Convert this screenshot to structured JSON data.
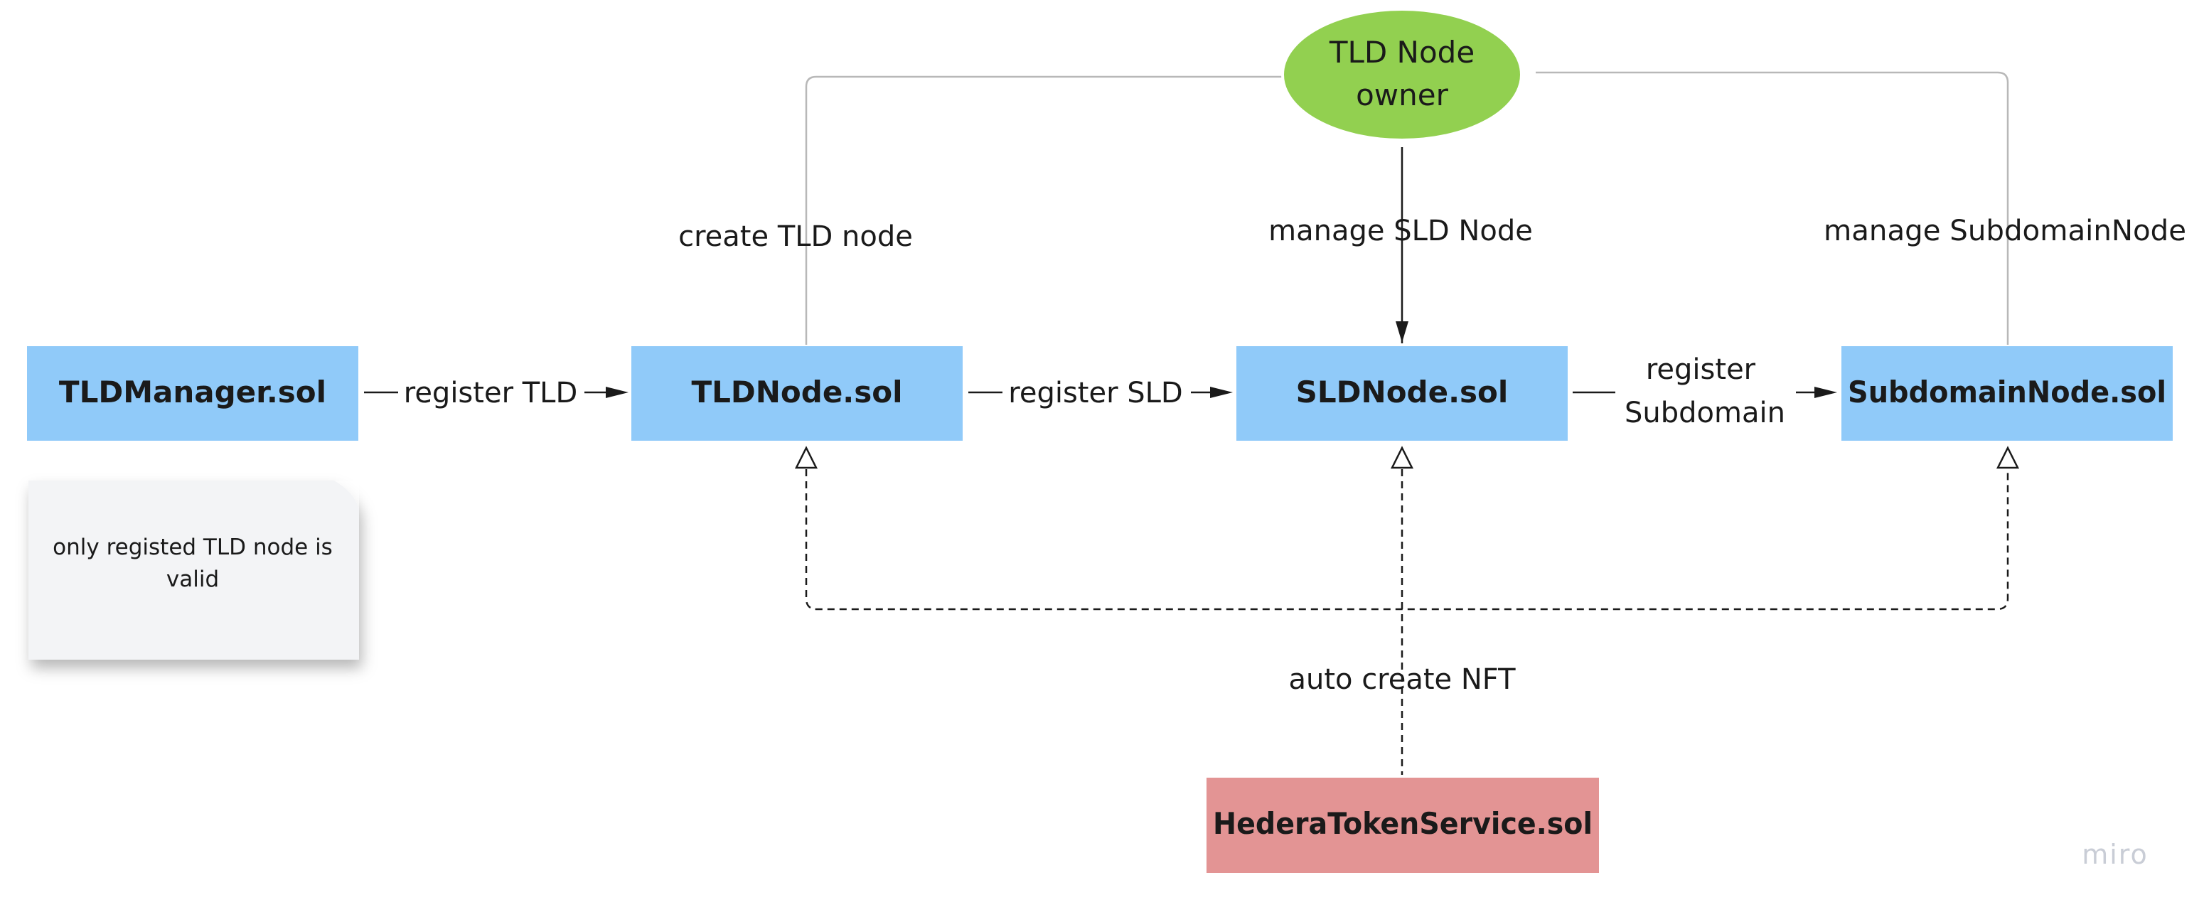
{
  "colors": {
    "contract_fill": "#90caf9",
    "service_fill": "#e39494",
    "owner_fill": "#92d050",
    "note_fill": "#f3f4f6",
    "line_dark": "#1a1a1a",
    "line_gray": "#b8b8b8",
    "brand": "#c9cdd6"
  },
  "nodes": {
    "tld_manager": "TLDManager.sol",
    "tld_node": "TLDNode.sol",
    "sld_node": "SLDNode.sol",
    "subdomain_node": "SubdomainNode.sol",
    "hedera_service": "HederaTokenService.sol",
    "owner_line1": "TLD Node",
    "owner_line2": "owner"
  },
  "edges": {
    "register_tld": "register TLD",
    "register_sld": "register SLD",
    "register_subdomain_line1": "register",
    "register_subdomain_line2": "Subdomain",
    "create_tld_node": "create TLD node",
    "manage_sld_node": "manage SLD Node",
    "manage_subdomain_node": "manage SubdomainNode",
    "auto_create_nft": "auto create NFT"
  },
  "note": {
    "line1": "only registed TLD node is",
    "line2": "valid"
  },
  "brand": {
    "logo_text": "miro"
  }
}
